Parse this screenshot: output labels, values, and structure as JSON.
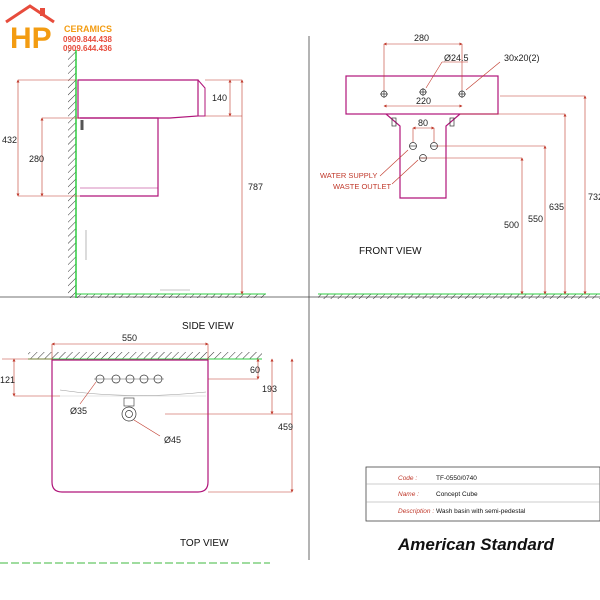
{
  "logo": {
    "letters": "HP",
    "brand": "CERAMICS",
    "phone1": "0909.844.438",
    "phone2": "0909.644.436"
  },
  "views": {
    "side": "SIDE VIEW",
    "front": "FRONT VIEW",
    "top": "TOP VIEW"
  },
  "dimensions": {
    "side": {
      "total_height": "432",
      "basin_depth": "140",
      "pedestal": "280",
      "overall": "787"
    },
    "front": {
      "width": "280",
      "hole_diameter": "Ø24.5",
      "slot": "30x20(2)",
      "hole_spacing": "220",
      "pipe_spacing": "80",
      "d500": "500",
      "d550": "550",
      "d635": "635",
      "d732": "732"
    },
    "top": {
      "width": "550",
      "d60": "60",
      "d121": "121",
      "d193": "193",
      "d459": "459",
      "tap_hole": "Ø35",
      "drain": "Ø45"
    }
  },
  "callouts": {
    "water_supply": "WATER SUPPLY",
    "waste_outlet": "WASTE OUTLET"
  },
  "title_block": {
    "code_label": "Code :",
    "code_value": "TF-0550/0740",
    "name_label": "Name :",
    "name_value": "Concept Cube",
    "desc_label": "Description :",
    "desc_value": "Wash basin with semi-pedestal",
    "brand": "American Standard"
  },
  "colors": {
    "dim": "#c0392b",
    "outline": "#b0157a",
    "grid": "#444444",
    "floor": "#2ecc40",
    "logo_orange": "#f39c12",
    "logo_red": "#e74c3c"
  }
}
